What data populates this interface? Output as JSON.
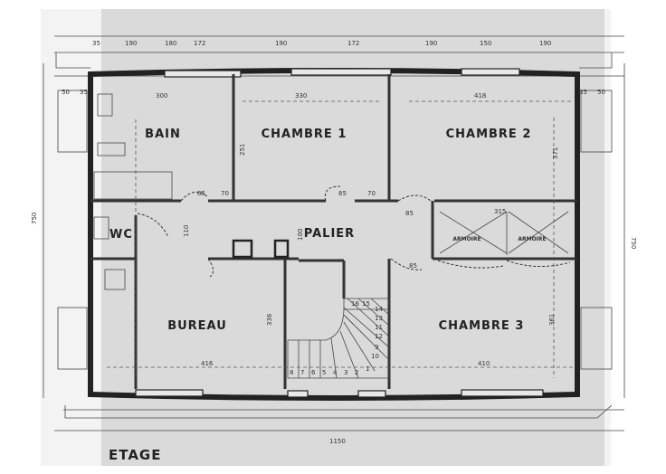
{
  "plan": {
    "title": "ETAGE",
    "paper_color": "#d9d9d9",
    "ink_color": "#222222",
    "rooms": {
      "bain": "BAIN",
      "chambre1": "CHAMBRE 1",
      "chambre2": "CHAMBRE 2",
      "chambre3": "CHAMBRE 3",
      "wc": "WC",
      "palier": "PALIER",
      "bureau": "BUREAU",
      "armoire1": "ARMOIRE",
      "armoire2": "ARMOIRE"
    },
    "dimensions": {
      "top": [
        "35",
        "190",
        "180",
        "172",
        "190",
        "172",
        "190",
        "150",
        "190"
      ],
      "total_width": "1150",
      "total_height": "750",
      "height_right": "750",
      "bain_width": "300",
      "chambre1_width": "330",
      "chambre2_width": "418",
      "bureau_width": "416",
      "chambre3_width": "410",
      "side_left": "50",
      "side_right": "50",
      "inner_left": "35",
      "inner_right": "35",
      "c1_height": "251",
      "c2_height": "371",
      "bureau_height": "336",
      "c3_height": "361",
      "palier_h1": "100",
      "palier_w": "315",
      "palier_h2": "85",
      "palier_h3": "85",
      "d1": "85",
      "d2": "70",
      "d3": "85",
      "d4": "70",
      "wc_h": "110",
      "stair": [
        "8",
        "7",
        "6",
        "5",
        "4",
        "3",
        "2",
        "1",
        "10",
        "9",
        "12",
        "11",
        "13",
        "14",
        "15",
        "16"
      ]
    }
  }
}
